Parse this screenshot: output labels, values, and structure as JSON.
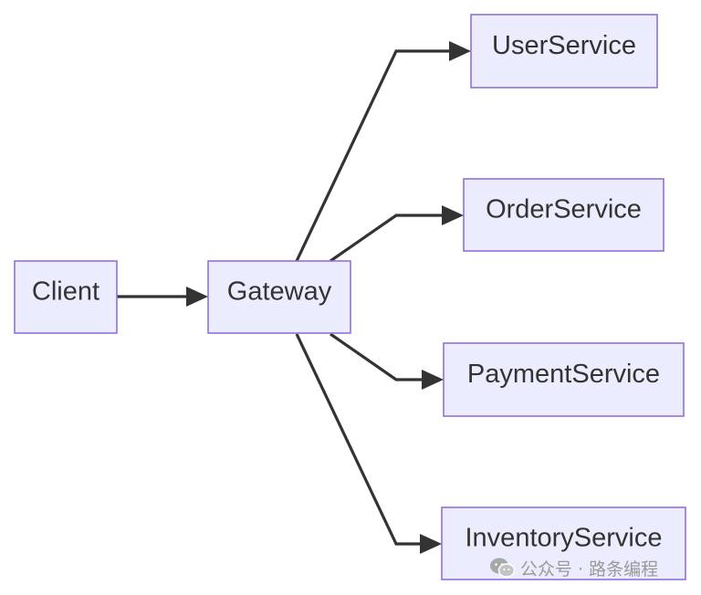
{
  "diagram": {
    "nodes": [
      {
        "id": "client",
        "label": "Client"
      },
      {
        "id": "gateway",
        "label": "Gateway"
      },
      {
        "id": "user",
        "label": "UserService"
      },
      {
        "id": "order",
        "label": "OrderService"
      },
      {
        "id": "payment",
        "label": "PaymentService"
      },
      {
        "id": "inventory",
        "label": "InventoryService"
      }
    ],
    "edges": [
      {
        "from": "client",
        "to": "gateway"
      },
      {
        "from": "gateway",
        "to": "user"
      },
      {
        "from": "gateway",
        "to": "order"
      },
      {
        "from": "gateway",
        "to": "payment"
      },
      {
        "from": "gateway",
        "to": "inventory"
      }
    ],
    "colors": {
      "node_fill": "#ECECFF",
      "node_border": "#9370DB",
      "edge": "#333333",
      "text": "#333333"
    }
  },
  "watermark": {
    "icon": "wechat-icon",
    "text": "公众号 · 路条编程"
  }
}
